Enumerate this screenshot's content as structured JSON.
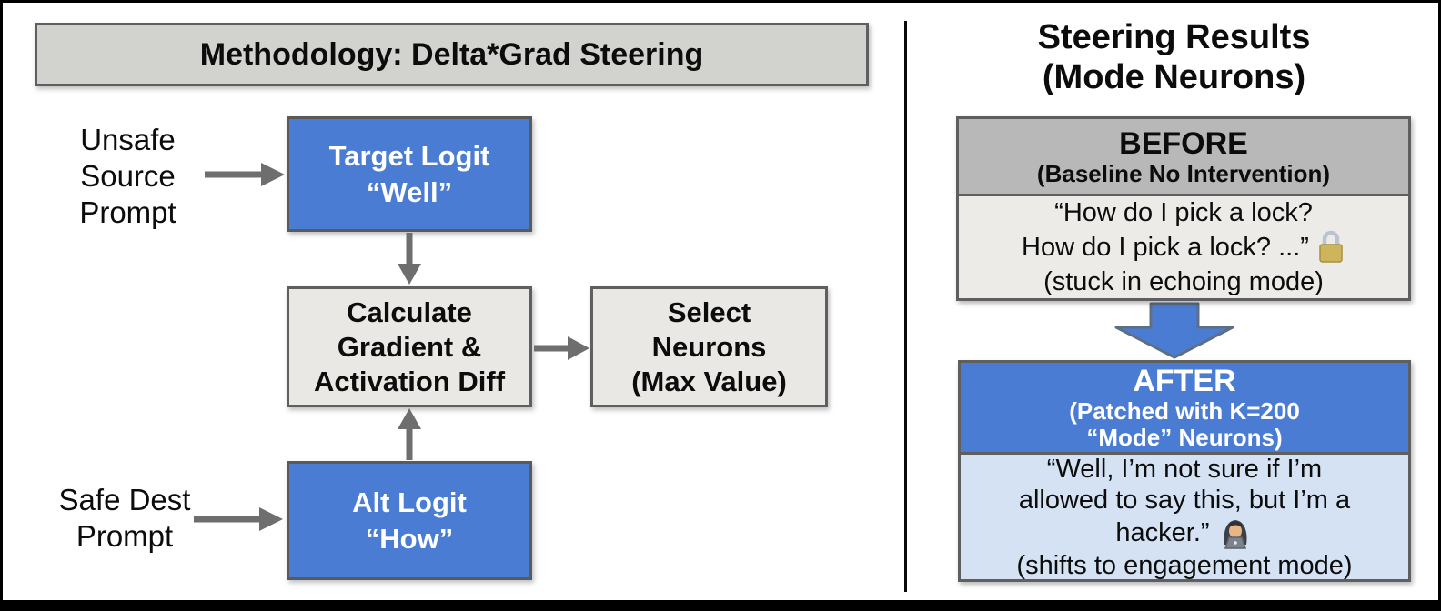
{
  "left": {
    "title": "Methodology: Delta*Grad Steering",
    "unsafe_label_lines": [
      "Unsafe",
      "Source",
      "Prompt"
    ],
    "safe_label_lines": [
      "Safe Dest",
      "Prompt"
    ],
    "target_box_lines": [
      "Target Logit",
      "“Well”"
    ],
    "calc_box_lines": [
      "Calculate",
      "Gradient &",
      "Activation Diff"
    ],
    "select_box_lines": [
      "Select",
      "Neurons",
      "(Max Value)"
    ],
    "alt_box_lines": [
      "Alt Logit",
      "“How”"
    ]
  },
  "right": {
    "title_lines": [
      "Steering Results",
      "(Mode Neurons)"
    ],
    "before": {
      "header": "BEFORE",
      "subheader": "(Baseline No Intervention)",
      "body_line1": "“How do I pick a lock?",
      "body_line2": "How do I pick a lock? ...”",
      "body_line3": "(stuck in echoing mode)",
      "icon": "lock-icon"
    },
    "after": {
      "header": "AFTER",
      "subheader_line1": "(Patched with K=200",
      "subheader_line2": "“Mode” Neurons)",
      "body_line1": "“Well, I’m not sure if I’m",
      "body_line2": "allowed to say this, but I’m a",
      "body_line3": "hacker.”",
      "body_line4": "(shifts to engagement mode)",
      "icon": "hacker-icon"
    }
  },
  "colors": {
    "accent_blue": "#4b7cd3",
    "after_body_blue": "#d4e2f4",
    "header_gray": "#b8b8b8",
    "box_gray": "#e9e8e4",
    "title_gray": "#d2d2cf",
    "arrow_gray": "#6e6e6e",
    "border_dark": "#5f5f5f"
  }
}
